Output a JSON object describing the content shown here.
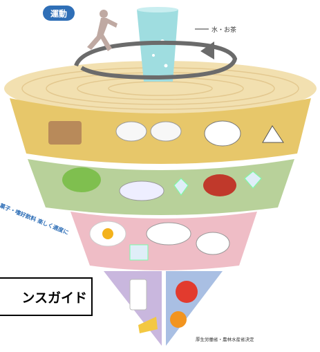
{
  "badge": {
    "exercise": "運動"
  },
  "labels": {
    "water_tea": "水・お茶",
    "credit": "厚生労働省・農林水産省決定",
    "sweets_note": "菓子・嗜好飲料 楽しく適度に",
    "boxed_text": "ンスガイド"
  },
  "colors": {
    "top_disc": "#f2e0b0",
    "grains": "#e7c76a",
    "vegetables": "#b8d19a",
    "meat_fish": "#efbdc6",
    "milk": "#c9b7de",
    "fruit": "#a9bfe3",
    "arrow": "#6b6b6b",
    "badge_blue": "#2f6fb7",
    "glass": "#9fdde0"
  }
}
